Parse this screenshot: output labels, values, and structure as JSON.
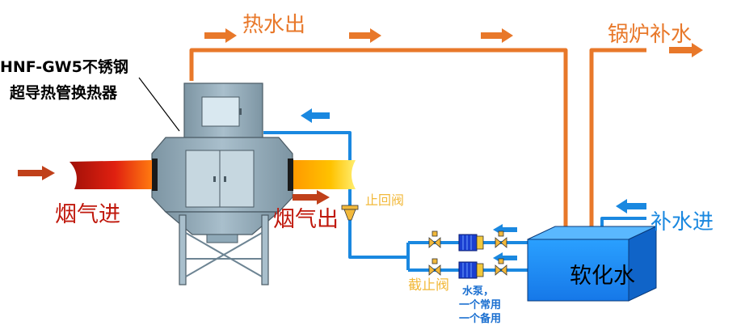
{
  "labels": {
    "hot_water_out": "热水出",
    "boiler_makeup": "锅炉补水",
    "model": "HNF-GW5不锈钢",
    "type": "超导热管换热器",
    "flue_gas_in": "烟气进",
    "flue_gas_out": "烟气出",
    "check_valve": "止回阀",
    "makeup_water_in": "补水进",
    "softened_water": "软化水",
    "stop_valve": "截止阀",
    "pump_note_1": "水泵，",
    "pump_note_2": "一个常用",
    "pump_note_3": "一个备用"
  },
  "colors": {
    "hot_pipe": "#e8782a",
    "cold_pipe": "#1a88e0",
    "tank": "#1e90ff",
    "flue_in": "#e02010",
    "flue_out": "#ffb000",
    "valve": "#f2b93b",
    "pump": "#1a3fd0",
    "exchanger": "#8fa9b8"
  }
}
